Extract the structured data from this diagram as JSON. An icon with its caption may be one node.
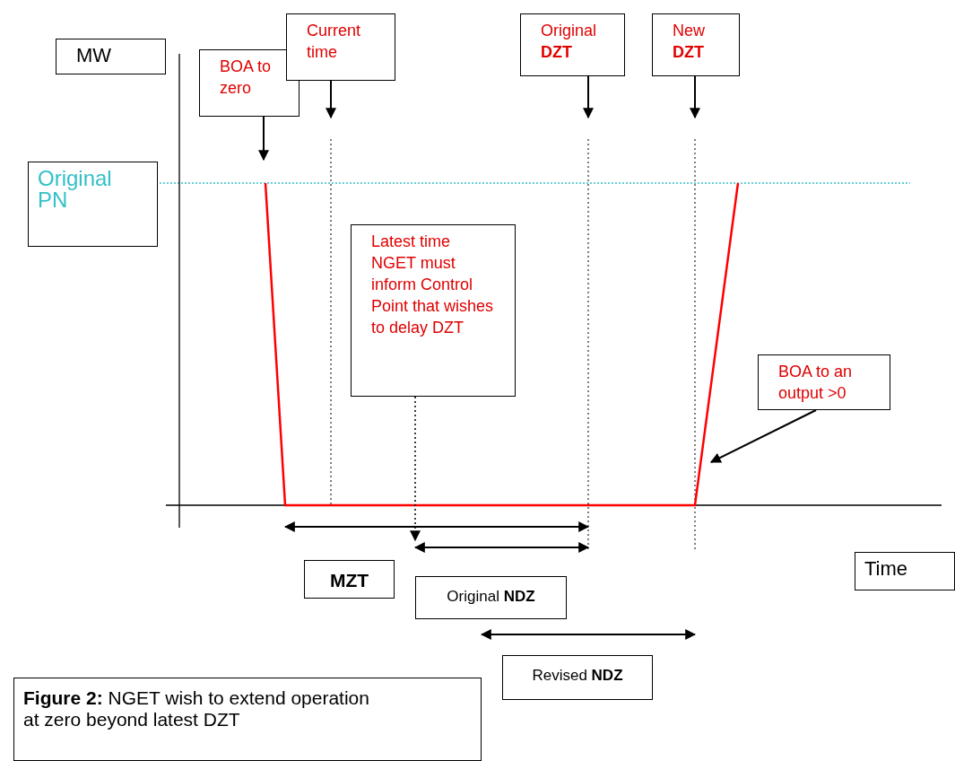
{
  "diagram": {
    "nodes": [
      {
        "text": [
          "MW"
        ]
      },
      {
        "text": [
          "BOA to zero"
        ]
      },
      {
        "text": [
          "Current time"
        ]
      },
      {
        "text": [
          "Original **DZT**"
        ]
      },
      {
        "text": [
          "New **DZT**"
        ]
      },
      {
        "text": [
          "Original PN"
        ]
      },
      {
        "text": [
          "Latest time NGET must inform Control Point that wishes to delay DZT"
        ]
      },
      {
        "text": [
          "BOA to an output >0"
        ]
      },
      {
        "text": [
          "MZT"
        ]
      },
      {
        "text": [
          "Time"
        ]
      },
      {
        "text": [
          "Original **NDZ**"
        ]
      },
      {
        "text": [
          "Revised **NDZ**"
        ]
      },
      {
        "text": [
          "**Figure 2:** NGET wish to extend operation at zero beyond latest DZT"
        ]
      }
    ],
    "edges": [
      {
        "from": 1,
        "to": null,
        "arrow": "to"
      },
      {
        "from": 2,
        "to": null,
        "arrow": "to"
      },
      {
        "from": 3,
        "to": null,
        "arrow": "to"
      },
      {
        "from": 4,
        "to": null,
        "arrow": "to"
      },
      {
        "from": 6,
        "to": null,
        "arrow": "to",
        "style": "dashed"
      },
      {
        "from": 7,
        "to": null,
        "arrow": "to"
      }
    ]
  }
}
